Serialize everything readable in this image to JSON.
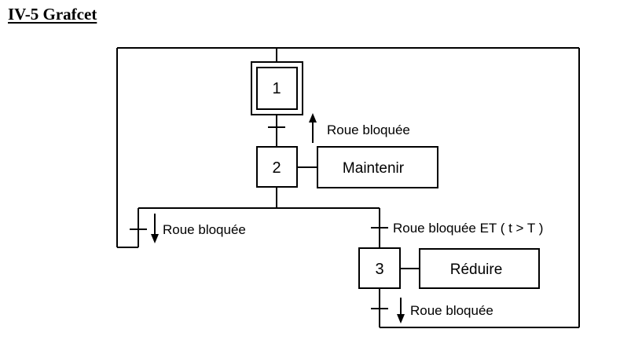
{
  "heading": "IV-5 Grafcet",
  "steps": [
    {
      "number": "1",
      "initial": true
    },
    {
      "number": "2",
      "initial": false
    },
    {
      "number": "3",
      "initial": false
    }
  ],
  "actions": [
    {
      "step": "2",
      "label": "Maintenir"
    },
    {
      "step": "3",
      "label": "Réduire"
    }
  ],
  "transitions": [
    {
      "from": "1",
      "to": "2",
      "condition": "Roue bloquée",
      "edge": "rising"
    },
    {
      "from": "2",
      "to": "1",
      "condition": "Roue bloquée",
      "edge": "falling"
    },
    {
      "from": "2",
      "to": "3",
      "condition": "Roue bloquée ET ( t > T )",
      "edge": "none"
    },
    {
      "from": "3",
      "to": "1",
      "condition": "Roue bloquée",
      "edge": "falling"
    }
  ]
}
